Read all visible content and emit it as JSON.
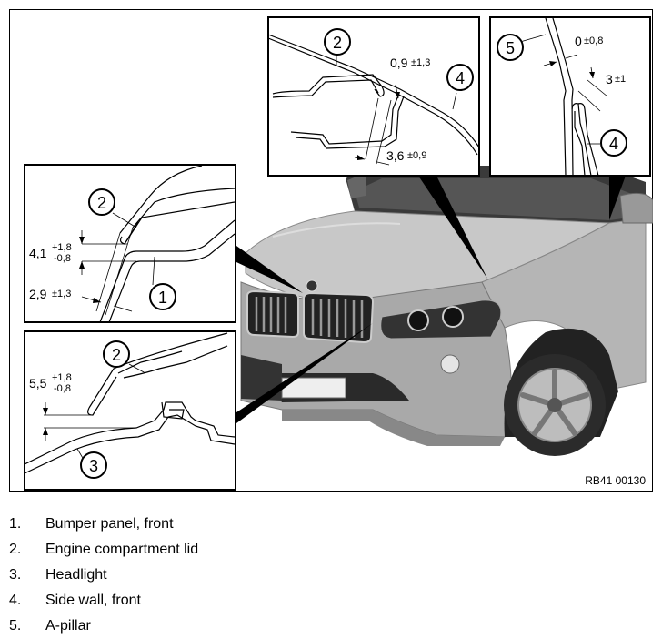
{
  "figure": {
    "reference": "RB41 00130",
    "callouts": {
      "bumper": "1",
      "lid": "2",
      "headlight": "3",
      "side_wall": "4",
      "a_pillar": "5"
    },
    "dimensions": {
      "d1_main": "4,1",
      "d1_tol_plus": "+1,8",
      "d1_tol_minus": "-0,8",
      "d2_main": "2,9",
      "d2_tol": "±1,3",
      "d3_main": "5,5",
      "d3_tol_plus": "+1,8",
      "d3_tol_minus": "-0,8",
      "d4_main": "0,9",
      "d4_tol": "±1,3",
      "d5_main": "3,6",
      "d5_tol": "±0,9",
      "d6_main": "0",
      "d6_tol": "±0,8",
      "d7_main": "3",
      "d7_tol": "±1"
    }
  },
  "legend": [
    {
      "number": "1.",
      "text": "Bumper panel, front"
    },
    {
      "number": "2.",
      "text": "Engine compartment lid"
    },
    {
      "number": "3.",
      "text": "Headlight"
    },
    {
      "number": "4.",
      "text": "Side wall, front"
    },
    {
      "number": "5.",
      "text": "A-pillar"
    }
  ]
}
